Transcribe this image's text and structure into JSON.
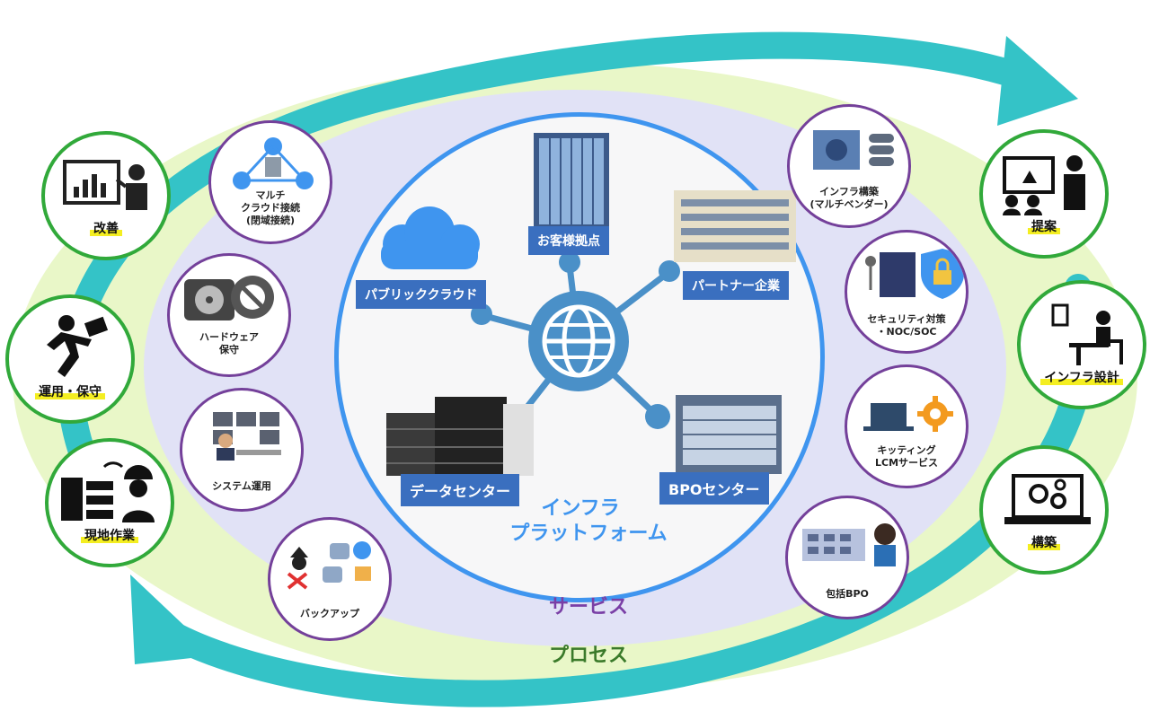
{
  "colors": {
    "outer_ring": "#e9f7c8",
    "middle_ring": "#e1e2f6",
    "arrow": "#34c3c7",
    "center_ring": "#3f95ef",
    "service_border": "#74409a",
    "process_border": "#31a93a",
    "tag_bg": "#3a6fbf",
    "highlight": "#f4ee21"
  },
  "center": {
    "title_line1": "インフラ",
    "title_line2": "プラットフォーム",
    "nodes": [
      {
        "label": "お客様拠点",
        "icon": "office-tower-icon"
      },
      {
        "label": "パブリッククラウド",
        "icon": "cloud-icon"
      },
      {
        "label": "パートナー企業",
        "icon": "office-building-icon"
      },
      {
        "label": "データセンター",
        "icon": "datacenter-building-icon"
      },
      {
        "label": "BPOセンター",
        "icon": "bpo-building-icon"
      }
    ],
    "hub_icon": "globe-icon"
  },
  "ring_labels": {
    "services": "サービス",
    "process": "プロセス"
  },
  "services": [
    {
      "label": "マルチ\nクラウド接続\n(閉域接続)",
      "icon": "multi-cloud-icon"
    },
    {
      "label": "ハードウェア\n保守",
      "icon": "hardware-maintenance-icon"
    },
    {
      "label": "システム運用",
      "icon": "system-operation-icon"
    },
    {
      "label": "バックアップ",
      "icon": "backup-icon"
    },
    {
      "label": "インフラ構築\n(マルチベンダー)",
      "icon": "infra-build-icon"
    },
    {
      "label": "セキュリティ対策\n・NOC/SOC",
      "icon": "security-lock-icon"
    },
    {
      "label": "キッティング\nLCMサービス",
      "icon": "kitting-icon"
    },
    {
      "label": "包括BPO",
      "icon": "bpo-operator-icon"
    }
  ],
  "process": [
    {
      "label": "改善",
      "icon": "presentation-chart-icon"
    },
    {
      "label": "運用・保守",
      "icon": "running-person-icon"
    },
    {
      "label": "現地作業",
      "icon": "onsite-worker-icon"
    },
    {
      "label": "提案",
      "icon": "proposal-icon"
    },
    {
      "label": "インフラ設計",
      "icon": "design-desk-icon"
    },
    {
      "label": "構築",
      "icon": "laptop-gears-icon"
    }
  ]
}
